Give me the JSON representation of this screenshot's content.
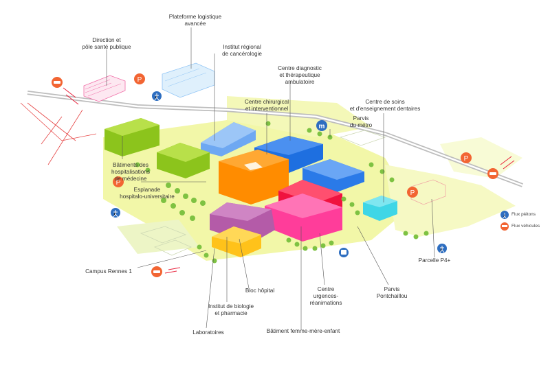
{
  "labels": {
    "direction": "Direction et\npôle santé publique",
    "plateforme": "Plateforme logistique\navancée",
    "institut_cancer": "Institut régional\nde cancérologie",
    "centre_diag": "Centre diagnostic\net thérapeutique\nambulatoire",
    "centre_chir": "Centre chirurgical\net interventionnel",
    "centre_soins": "Centre de soins\net d'enseignement dentaires",
    "parvis_metro": "Parvis\ndu métro",
    "batiments_hosp": "Bâtiments des\nhospitalisations\nde médecine",
    "esplanade": "Esplanade\nhospitalo-universitaire",
    "campus": "Campus Rennes 1",
    "bloc": "Bloc hôpital",
    "institut_bio": "Institut de biologie\net pharmacie",
    "laboratoires": "Laboratoires",
    "centre_urg": "Centre\nurgences-\nréanimations",
    "batiment_fme": "Bâtiment femme-mère-enfant",
    "parvis_pont": "Parvis\nPontchaillou",
    "parcelle": "Parcelle P4+"
  },
  "legend": {
    "pietons": "Flux piétons",
    "vehicules": "Flux véhicules"
  },
  "icons": {
    "parking": "P",
    "metro": "m"
  },
  "colors": {
    "pink": "#ff3d9a",
    "red": "#f0123f",
    "orange": "#ff8c00",
    "yellow": "#ffc21a",
    "purple": "#b45ba8",
    "blue": "#1e6fe0",
    "lightblue": "#8fc4f5",
    "cyan": "#3fd6e6",
    "green": "#9acd1e",
    "ground": "#eef585",
    "parking": "#f26533",
    "pedestrian": "#2e6ec0"
  }
}
